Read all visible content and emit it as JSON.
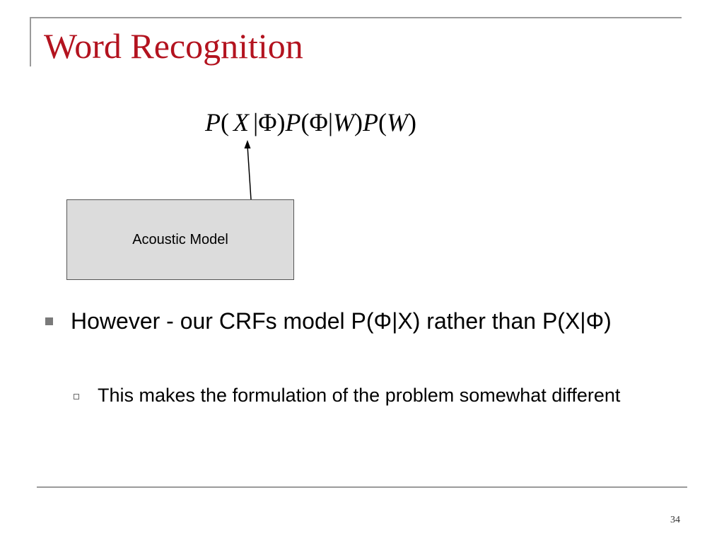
{
  "slide": {
    "title": "Word Recognition",
    "formula": {
      "t1": "P",
      "t2": "(",
      "t3": "X",
      "t4": "|",
      "t5": "Φ)",
      "t6": "P",
      "t7": "(Φ|",
      "t8": "W",
      "t9": ")",
      "t10": "P",
      "t11": "(",
      "t12": "W",
      "t13": ")"
    },
    "diagram": {
      "box_label": "Acoustic Model"
    },
    "bullets": [
      {
        "text": "However - our CRFs model P(Φ|X) rather than P(X|Φ)",
        "sub_bullets": [
          {
            "text": "This makes the formulation of the problem somewhat different"
          }
        ]
      }
    ],
    "page_number": "34"
  }
}
